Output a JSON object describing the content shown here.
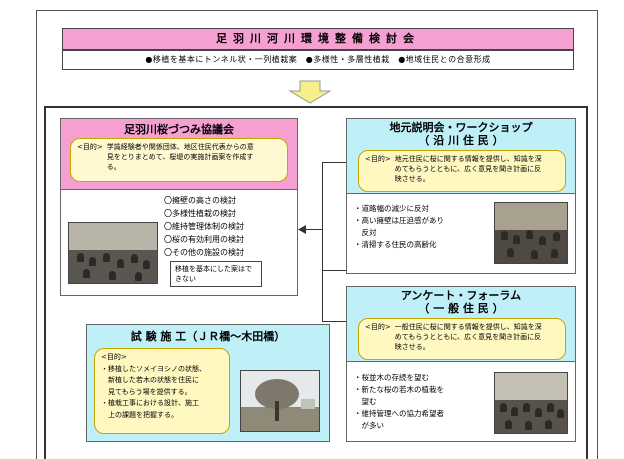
{
  "header": {
    "title": "足羽川河川環境整備検討会",
    "subtitle": "●移植を基本にトンネル状・一列植栽案　●多様性・多層性植栽　●地域住民との合意形成"
  },
  "sakura_council": {
    "title": "足羽川桜づつみ協議会",
    "goal_tag": "<目的>",
    "goal_text": "学識経験者や関係団体、地区住民代表からの意見をとりまとめて、桜堤の実施計画案を作成する。",
    "items": [
      "〇擁壁の高さの検討",
      "〇多様性植栽の検討",
      "〇維持管理体制の検討",
      "〇桜の有効利用の検討",
      "〇その他の施設の検討"
    ],
    "note": "移植を基本にした案はできない"
  },
  "local_meeting": {
    "title_line1": "地元説明会・ワークショップ",
    "title_line2": "（ 沿 川 住 民 ）",
    "goal_tag": "<目的>",
    "goal_text": "地元住民に桜に関する情報を提供し、知識を深めてもらうとともに、広く意見を聞き計画に反映させる。",
    "items": [
      "・道路幅の減少に反対",
      "・高い擁壁は圧迫感があり",
      "　反対",
      "・清掃する住民の高齢化"
    ]
  },
  "survey_forum": {
    "title_line1": "アンケート・フォーラム",
    "title_line2": "（ 一 般 住 民 ）",
    "goal_tag": "<目的>",
    "goal_text": "一般住民に桜に関する情報を提供し、知識を深めてもらうとともに、広く意見を聞き計画に反映させる。",
    "items": [
      "・桜並木の存続を望む",
      "・新たな桜の若木の植栽を",
      "　望む",
      "・維持管理への協力希望者",
      "　が多い"
    ]
  },
  "trial": {
    "title": "試 験 施 工（ＪＲ橋～木田橋）",
    "goal_tag": "<目的>",
    "goal_lines": [
      "・移植したソメイヨシノの状態、",
      "　新植した若木の状態を住民に",
      "　見てもらう場を提供する。",
      "・植栽工事における設計、施工",
      "　上の課題を把握する。"
    ]
  },
  "colors": {
    "pink": "#f5a0d0",
    "cyan": "#bff0f8",
    "yellow": "#fff8c0",
    "arrow": "#f6f08c"
  }
}
